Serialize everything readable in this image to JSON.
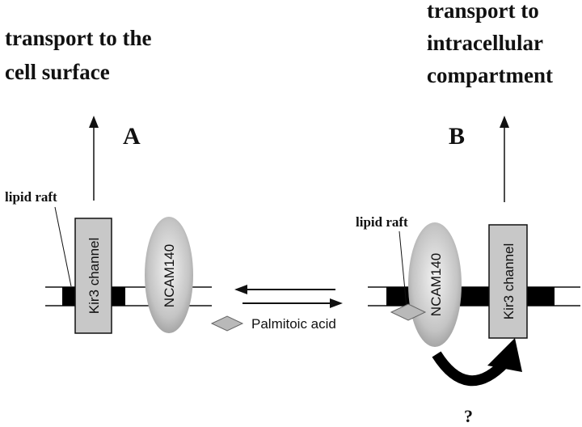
{
  "panel_a": {
    "label": "A",
    "heading_line1": "transport to the",
    "heading_line2": "cell surface",
    "raft_label": "lipid raft",
    "channel_label": "Kir3 channel",
    "ncam_label": "NCAM140"
  },
  "panel_b": {
    "label": "B",
    "heading_line1": "transport to",
    "heading_line2": "intracellular",
    "heading_line3": "compartment",
    "raft_label": "lipid raft",
    "channel_label": "Kir3 channel",
    "ncam_label": "NCAM140",
    "question_mark": "?"
  },
  "center": {
    "palmitoic_label": "Palmitoic acid"
  }
}
